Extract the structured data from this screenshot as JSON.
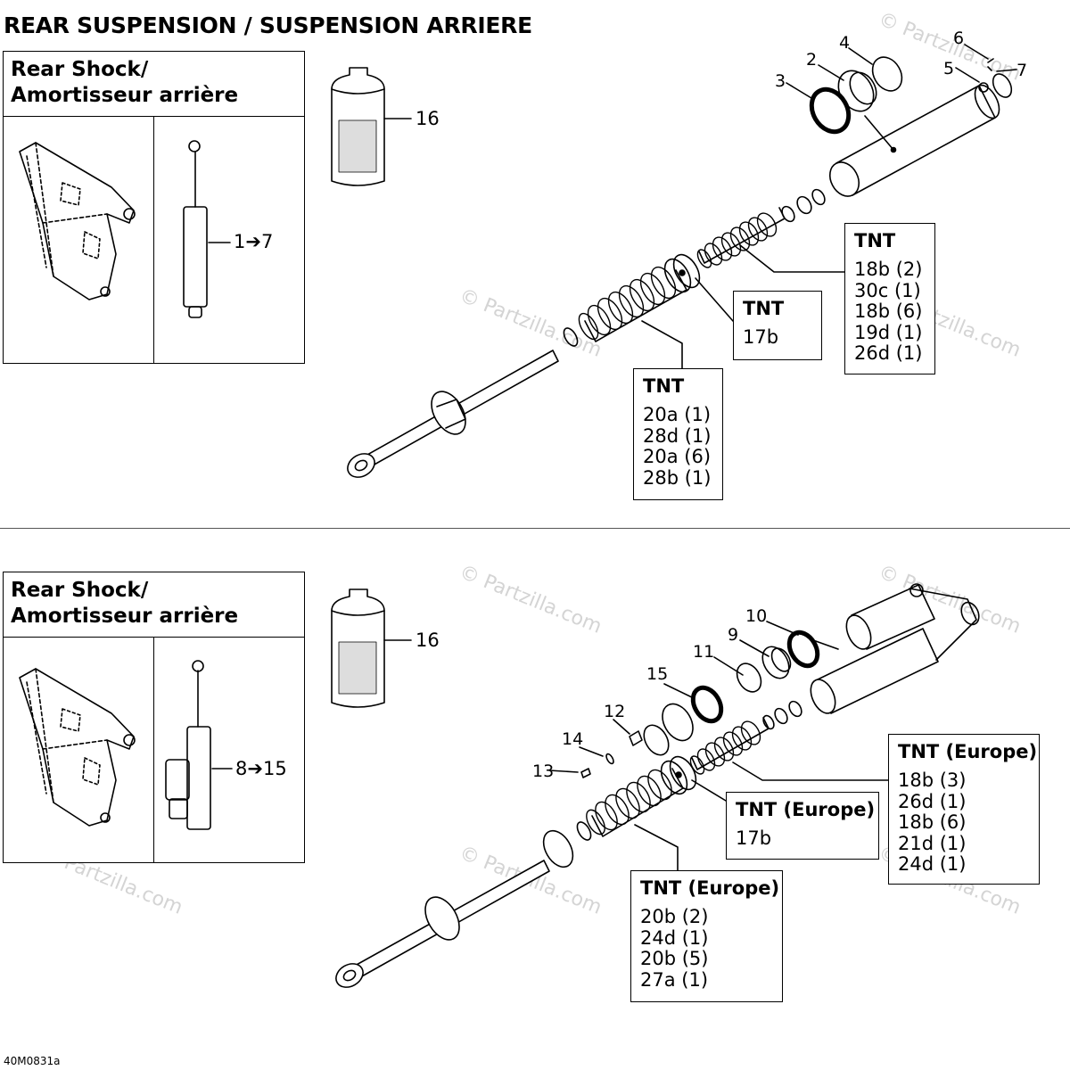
{
  "page_title": "REAR SUSPENSION / SUSPENSION ARRIERE",
  "watermark": "© Partzilla.com",
  "footer_code": "40M0831a",
  "top": {
    "inset_title_line1": "Rear Shock/",
    "inset_title_line2": "Amortisseur arrière",
    "shock_ref": "1➔7",
    "oil_ref": "16",
    "callouts": [
      "2",
      "3",
      "4",
      "5",
      "6",
      "7"
    ],
    "box_main": {
      "title": "TNT",
      "lines": [
        "18b (2)",
        "30c (1)",
        "18b (6)",
        "19d (1)",
        "26d (1)"
      ]
    },
    "box_piston": {
      "title": "TNT",
      "lines": [
        "17b"
      ]
    },
    "box_lower": {
      "title": "TNT",
      "lines": [
        "20a (1)",
        "28d (1)",
        "20a (6)",
        "28b (1)"
      ]
    }
  },
  "bottom": {
    "inset_title_line1": "Rear Shock/",
    "inset_title_line2": "Amortisseur arrière",
    "shock_ref": "8➔15",
    "oil_ref": "16",
    "callouts": [
      "9",
      "10",
      "11",
      "12",
      "13",
      "14",
      "15"
    ],
    "box_main": {
      "title": "TNT (Europe)",
      "lines": [
        "18b (3)",
        "26d (1)",
        "18b (6)",
        "21d (1)",
        "24d (1)"
      ]
    },
    "box_piston": {
      "title": "TNT (Europe)",
      "lines": [
        "17b"
      ]
    },
    "box_lower": {
      "title": "TNT (Europe)",
      "lines": [
        "20b (2)",
        "24d (1)",
        "20b (5)",
        "27a (1)"
      ]
    }
  }
}
